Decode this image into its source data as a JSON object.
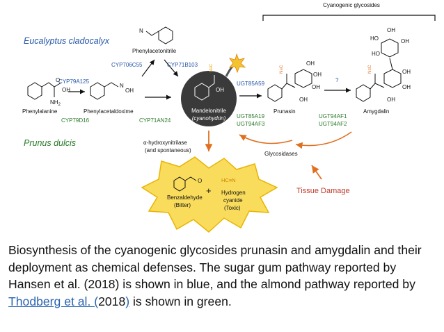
{
  "figure": {
    "title": "Cyanogenic glycosides",
    "species": {
      "eucalyptus": "Eucalyptus cladocalyx",
      "prunus": "Prunus dulcis"
    },
    "compounds": {
      "phenylalanine": "Phenylalanine",
      "phenylacetaldoxime": "Phenylacetaldoxime",
      "phenylacetonitrile": "Phenylacetonitrile",
      "mandelonitrile_line1": "Mandelonitrile",
      "mandelonitrile_line2": "(cyanohydrin)",
      "prunasin": "Prunasin",
      "amygdalin": "Amygdalin",
      "benzaldehyde_line1": "Benzaldehyde",
      "benzaldehyde_line2": "(Bitter)",
      "hcn_formula": "HC≡N",
      "hcn_line1": "Hydrogen",
      "hcn_line2": "cyanide",
      "hcn_line3": "(Toxic)"
    },
    "enzymes": {
      "cyp79a125": "CYP79A125",
      "cyp79d16": "CYP79D16",
      "cyp706c55": "CYP706C55",
      "cyp71b103": "CYP71B103",
      "cyp71an24": "CYP71AN24",
      "ugt85a59": "UGT85A59",
      "ugt85a19": "UGT85A19",
      "ugt94af3": "UGT94AF3",
      "ugt94af1": "UGT94AF1",
      "ugt94af2": "UGT94AF2",
      "unknown": "?"
    },
    "hydroxynitrilase_line1": "α-hydroxynitrilase",
    "hydroxynitrilase_line2": "(and spontaneous)",
    "glycosidases": "Glycosidases",
    "tissue_damage": "Tissue Damage",
    "plus": "+",
    "atom_labels": {
      "oh": "OH",
      "o": "O",
      "nh2": "NH",
      "nh2_sub": "2",
      "n": "N",
      "ho": "HO",
      "ncn": "N\nC",
      "n_letter": "N",
      "c_letter": "C"
    }
  },
  "colors": {
    "eucalyptus": "#2456a8",
    "prunus": "#2a7a2a",
    "blue_enzyme": "#2456a8",
    "green_enzyme": "#2a7a2a",
    "red": "#c0392b",
    "yellow_burst": "#f9dc5c",
    "burst_stroke": "#e8b400",
    "arrow_orange": "#e07020",
    "hcn_orange": "#d08000",
    "link": "#2a64b0"
  },
  "caption": {
    "part1": "Biosynthesis of the cyanogenic glycosides prunasin and amygdalin and their deployment as chemical defenses. The sugar gum pathway reported by Hansen et al. (2018) is shown in blue, and the almond pathway reported by ",
    "link1": "Thodberg et al. (",
    "part2": "2018",
    "link2": ")",
    "part3": " is shown in green."
  }
}
